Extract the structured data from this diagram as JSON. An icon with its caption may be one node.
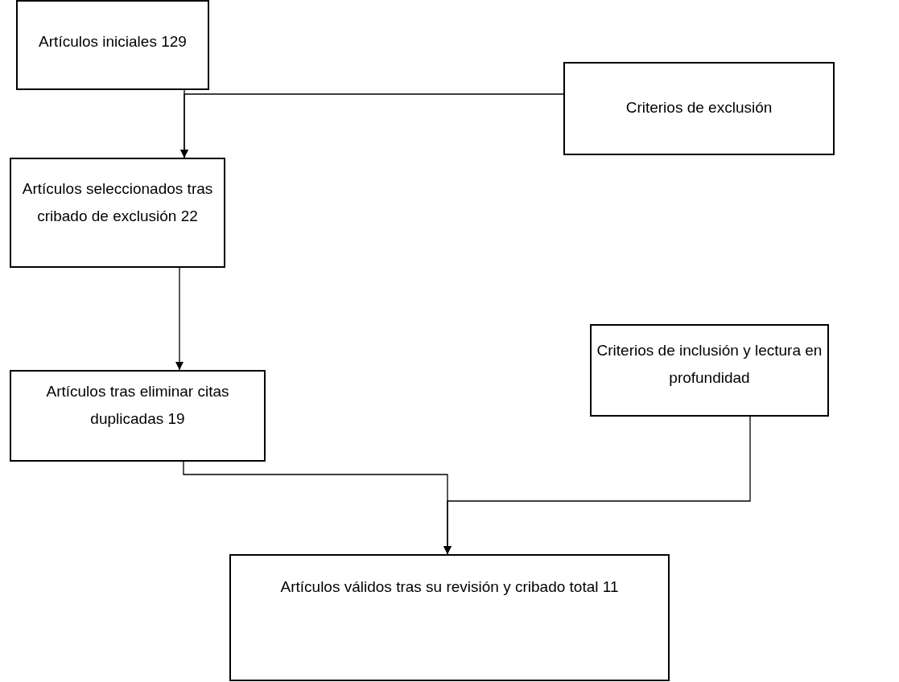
{
  "diagram": {
    "nodes": [
      {
        "text": [
          "Artículos iniciales 129"
        ]
      },
      {
        "text": [
          "Criterios de exclusión"
        ]
      },
      {
        "text": [
          "Artículos seleccionados tras cribado de exclusión 22"
        ]
      },
      {
        "text": [
          "Artículos tras eliminar citas duplicadas 19"
        ]
      },
      {
        "text": [
          "Criterios de inclusión y lectura en profundidad"
        ]
      },
      {
        "text": [
          "Artículos válidos tras su revisión y cribado total 11"
        ]
      }
    ],
    "edges": [
      {
        "from": 0,
        "to": 2,
        "arrow": "to"
      },
      {
        "from": 1,
        "to": 2,
        "arrow": "to"
      },
      {
        "from": 2,
        "to": 3,
        "arrow": "to"
      },
      {
        "from": 3,
        "to": 5,
        "arrow": "to"
      },
      {
        "from": 4,
        "to": 5,
        "arrow": "to"
      }
    ]
  }
}
